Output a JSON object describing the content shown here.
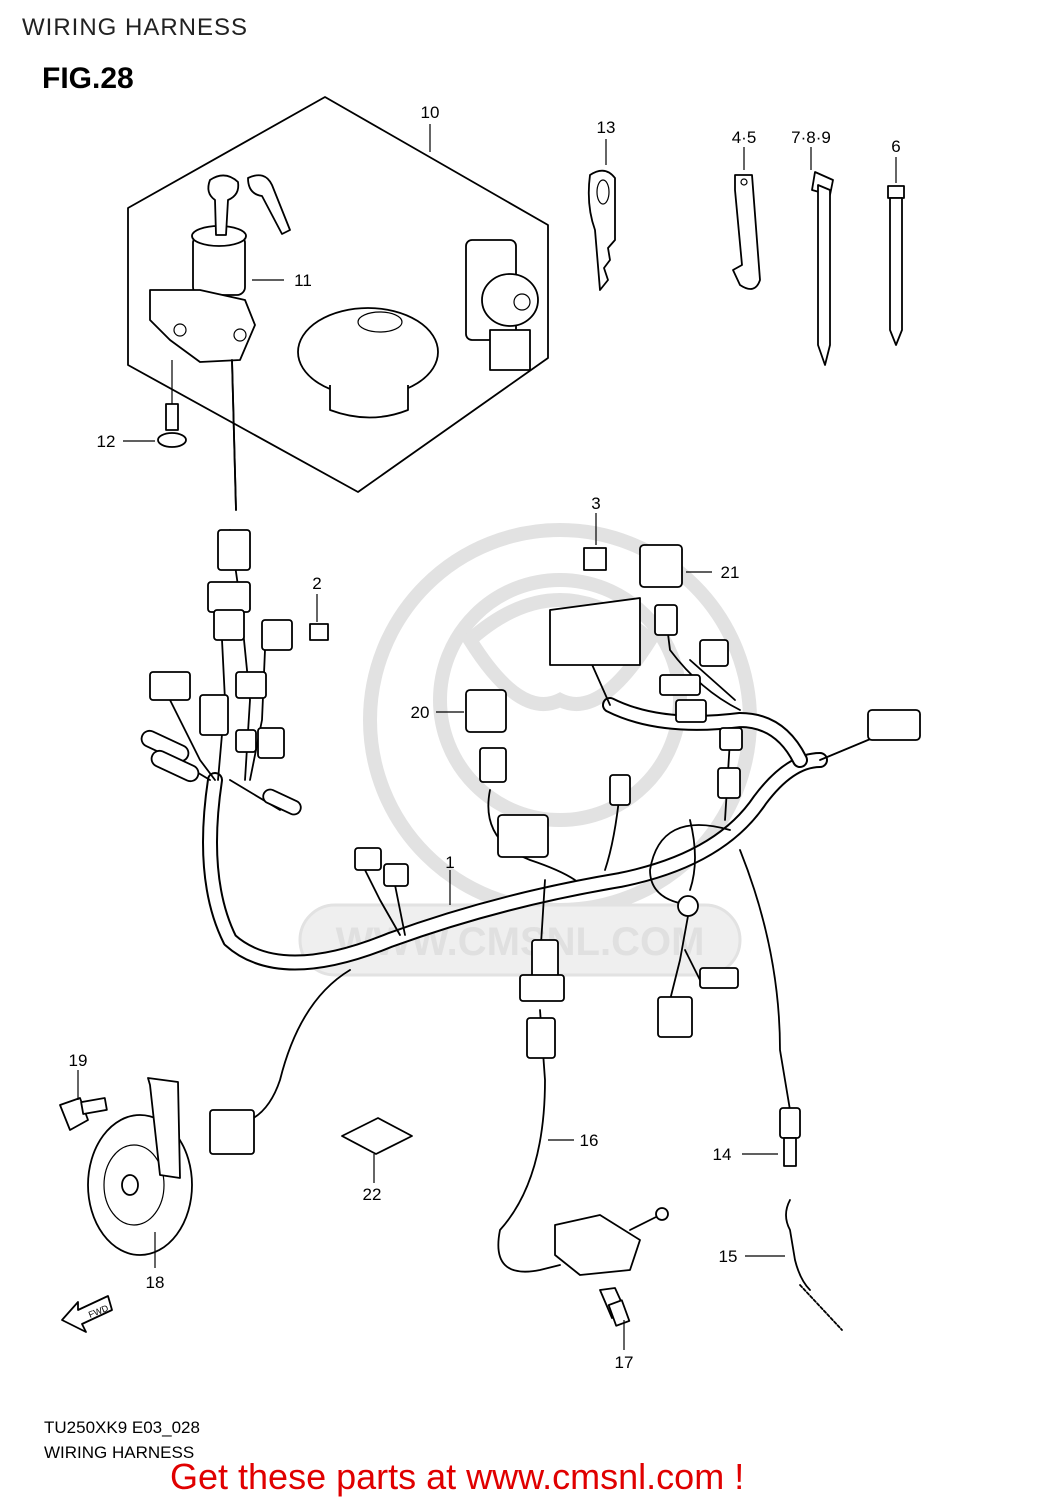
{
  "header": {
    "title": "WIRING HARNESS",
    "figure": "FIG.28"
  },
  "footer": {
    "model_code": "TU250XK9 E03_028",
    "subtitle": "WIRING HARNESS",
    "cta": "Get these parts at www.cmsnl.com !"
  },
  "watermark": {
    "text": "WWW.CMSNL.COM"
  },
  "fwd_label": "FWD",
  "callouts": [
    {
      "id": "10",
      "label": "10"
    },
    {
      "id": "11",
      "label": "11"
    },
    {
      "id": "12",
      "label": "12"
    },
    {
      "id": "13",
      "label": "13"
    },
    {
      "id": "45",
      "label": "4·5"
    },
    {
      "id": "789",
      "label": "7·8·9"
    },
    {
      "id": "6",
      "label": "6"
    },
    {
      "id": "3",
      "label": "3"
    },
    {
      "id": "21",
      "label": "21"
    },
    {
      "id": "2",
      "label": "2"
    },
    {
      "id": "20",
      "label": "20"
    },
    {
      "id": "1",
      "label": "1"
    },
    {
      "id": "19",
      "label": "19"
    },
    {
      "id": "16",
      "label": "16"
    },
    {
      "id": "14",
      "label": "14"
    },
    {
      "id": "22",
      "label": "22"
    },
    {
      "id": "18",
      "label": "18"
    },
    {
      "id": "15",
      "label": "15"
    },
    {
      "id": "17",
      "label": "17"
    }
  ]
}
